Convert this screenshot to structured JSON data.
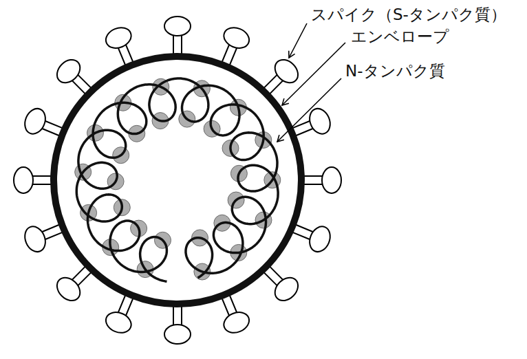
{
  "diagram": {
    "labels": [
      "スパイク（S-タンパク質）",
      "エンベロープ",
      "N-タンパク質"
    ]
  }
}
